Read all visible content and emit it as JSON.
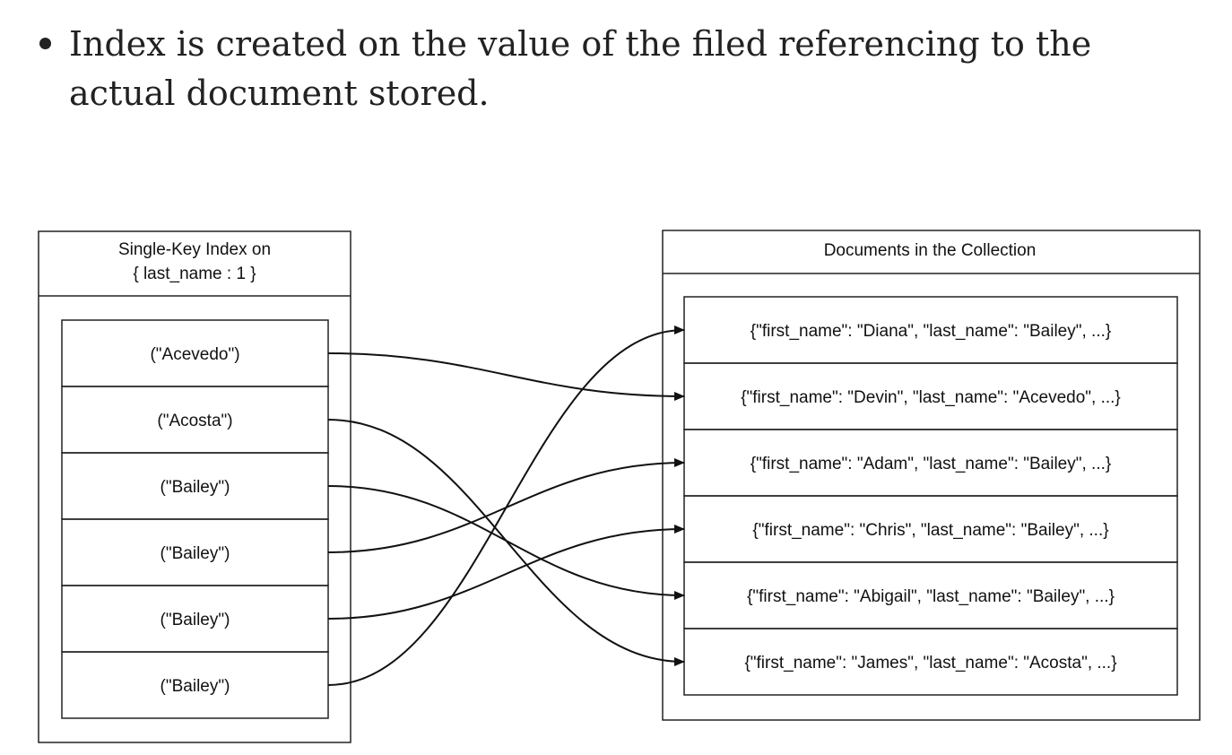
{
  "bullet": {
    "text": "Index is created on the value of the filed referencing to the actual document stored."
  },
  "diagram": {
    "index_panel": {
      "title_line1": "Single-Key Index on",
      "title_line2": "{ last_name : 1 }",
      "entries": [
        "(\"Acevedo\")",
        "(\"Acosta\")",
        "(\"Bailey\")",
        "(\"Bailey\")",
        "(\"Bailey\")",
        "(\"Bailey\")"
      ]
    },
    "collection_panel": {
      "title": "Documents in the Collection",
      "documents": [
        "{\"first_name\": \"Diana\", \"last_name\": \"Bailey\", ...}",
        "{\"first_name\": \"Devin\", \"last_name\": \"Acevedo\", ...}",
        "{\"first_name\": \"Adam\", \"last_name\": \"Bailey\", ...}",
        "{\"first_name\": \"Chris\", \"last_name\": \"Bailey\", ...}",
        "{\"first_name\": \"Abigail\", \"last_name\": \"Bailey\", ...}",
        "{\"first_name\": \"James\", \"last_name\": \"Acosta\", ...}"
      ]
    },
    "links": [
      {
        "from": 0,
        "to": 1
      },
      {
        "from": 1,
        "to": 5
      },
      {
        "from": 2,
        "to": 4
      },
      {
        "from": 3,
        "to": 2
      },
      {
        "from": 4,
        "to": 3
      },
      {
        "from": 5,
        "to": 0
      }
    ]
  }
}
